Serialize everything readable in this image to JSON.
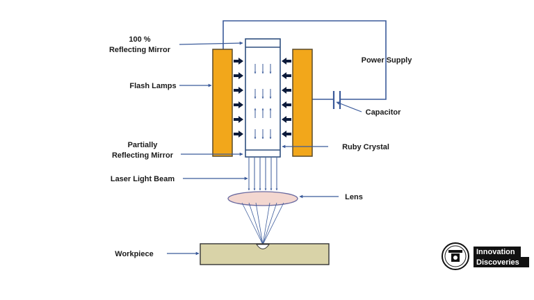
{
  "labels": {
    "reflecting_mirror_line1": "100 %",
    "reflecting_mirror_line2": "Reflecting Mirror",
    "flash_lamps": "Flash Lamps",
    "partial_mirror_line1": "Partially",
    "partial_mirror_line2": "Reflecting  Mirror",
    "laser_beam": "Laser Light Beam",
    "workpiece": "Workpiece",
    "power_supply": "Power Supply",
    "capacitor": "Capacitor",
    "ruby_crystal": "Ruby Crystal",
    "lens": "Lens"
  },
  "logo": {
    "line1": "Innovation",
    "line2": "Discoveries"
  },
  "colors": {
    "lamp_fill": "#f2a71b",
    "lamp_stroke": "#5a4a2a",
    "crystal_stroke": "#2f4f7f",
    "line_color": "#3a5a9a",
    "lens_fill": "#f3d7d0",
    "lens_stroke": "#6a6aa0",
    "workpiece_fill": "#d9d3a8",
    "workpiece_stroke": "#333333",
    "arrow_color": "#0b1a3a"
  }
}
